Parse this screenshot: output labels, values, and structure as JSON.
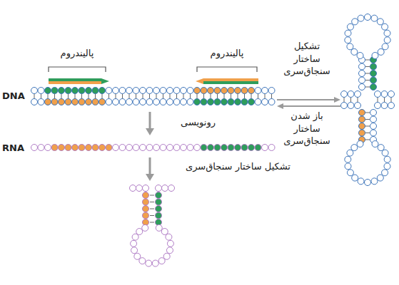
{
  "diagram": {
    "labels": [
      "پالیندروم",
      "پالیندروم",
      "تشکیل ساختار سنجاق‌سری",
      "DNA",
      "باز شدن ساختار سنجاق‌سری",
      "رونویسی",
      "RNA",
      "تشکیل ساختار سنجاق‌سری"
    ]
  }
}
